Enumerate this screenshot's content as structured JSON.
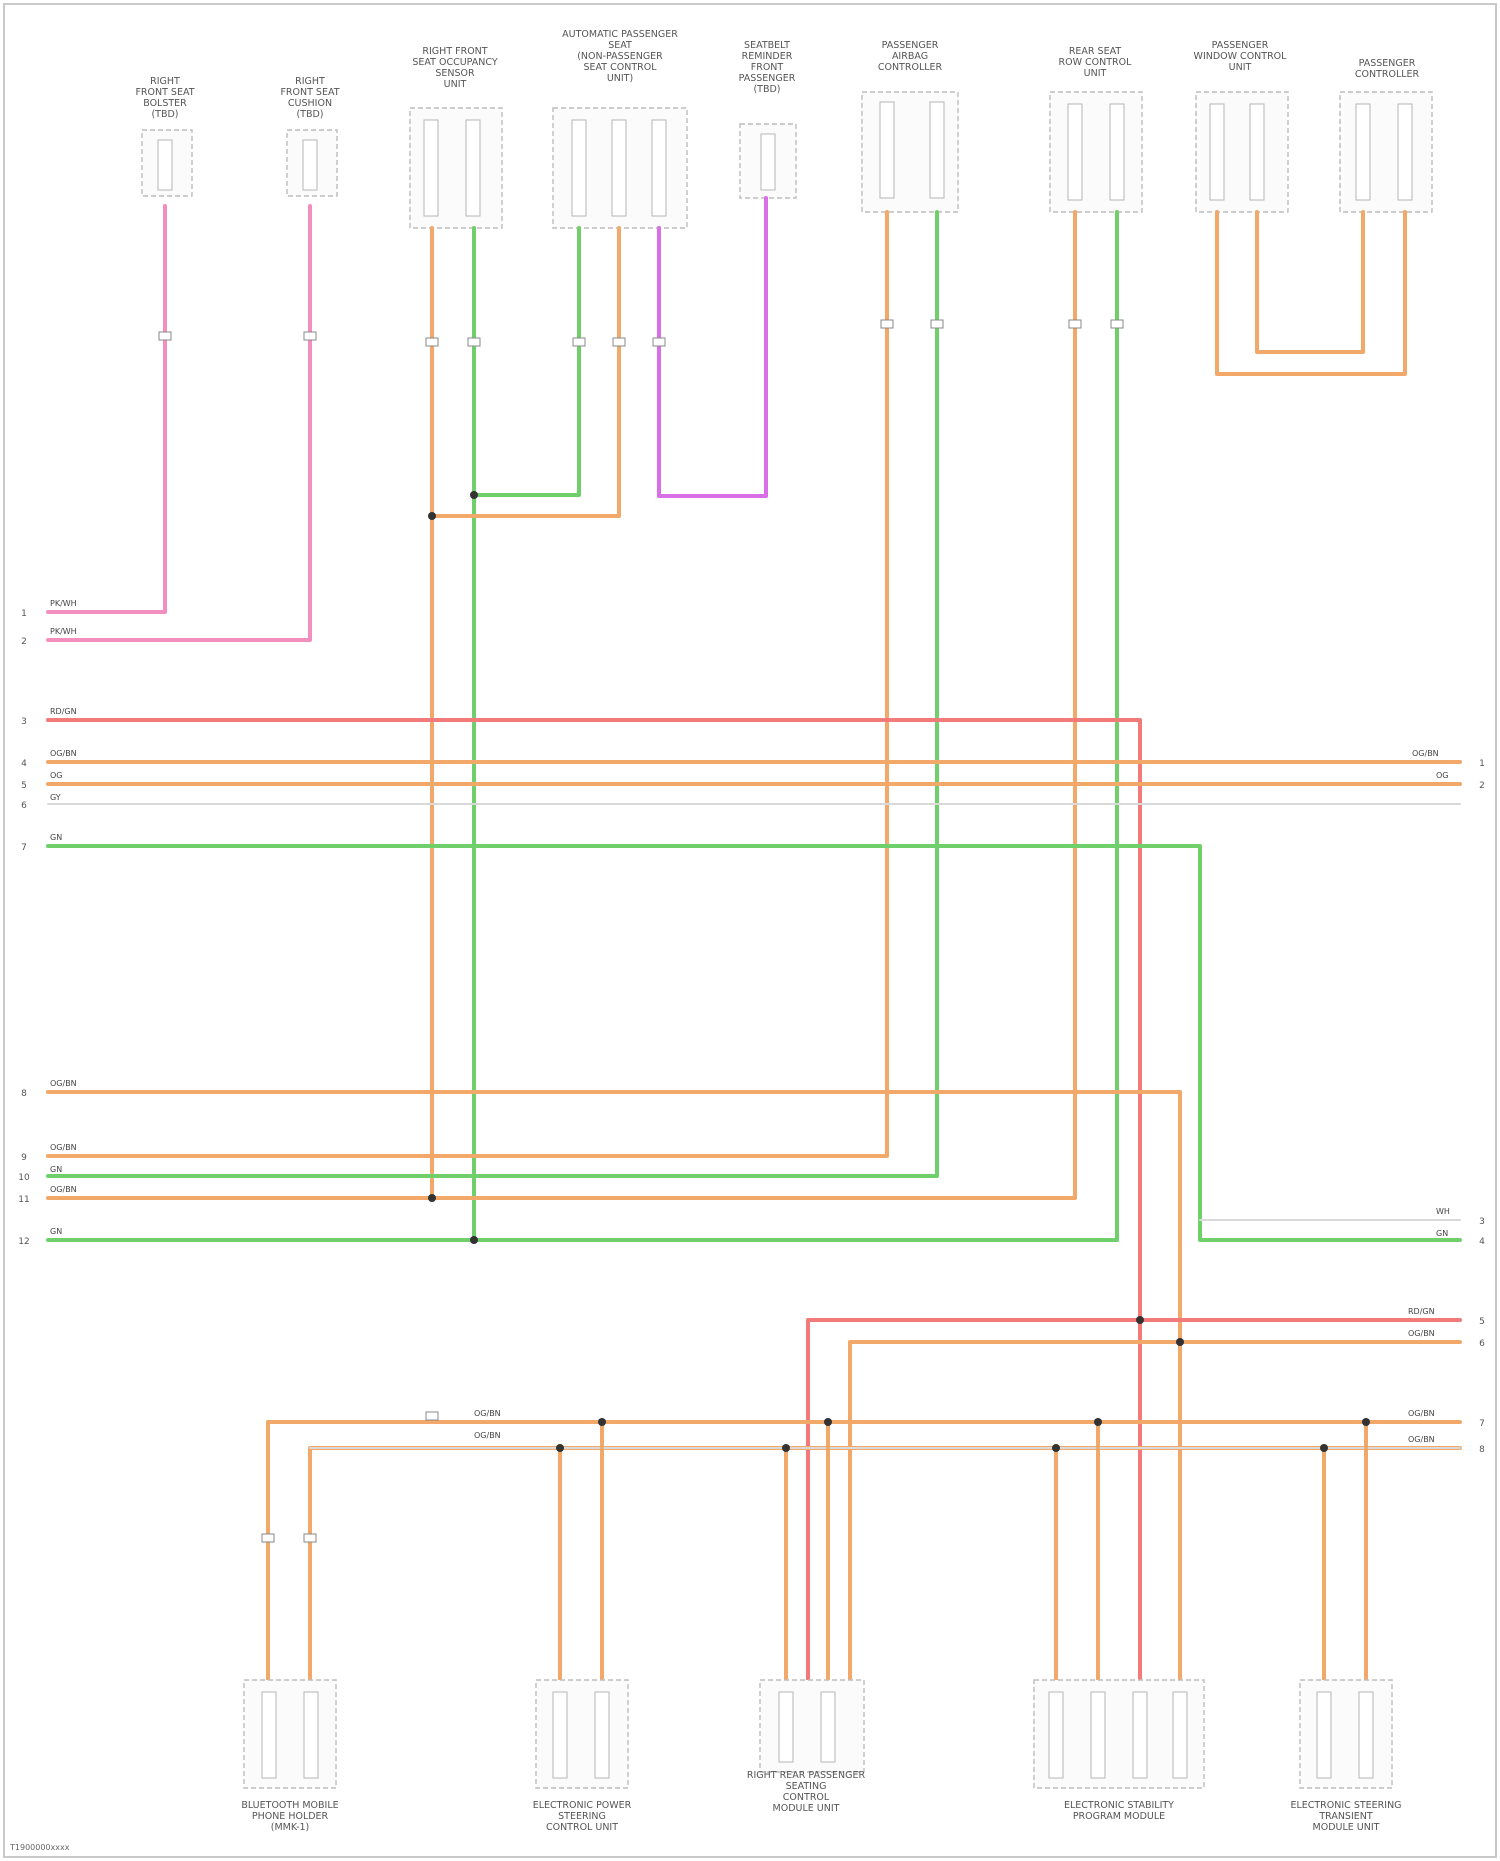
{
  "top_components": [
    {
      "id": "c1",
      "lines": [
        "RIGHT",
        "FRONT SEAT",
        "BOLSTER",
        "(TBD)"
      ]
    },
    {
      "id": "c2",
      "lines": [
        "RIGHT",
        "FRONT SEAT",
        "CUSHION",
        "(TBD)"
      ]
    },
    {
      "id": "c3",
      "lines": [
        "RIGHT FRONT",
        "SEAT OCCUPANCY",
        "SENSOR",
        "UNIT"
      ]
    },
    {
      "id": "c4",
      "lines": [
        "AUTOMATIC PASSENGER",
        "SEAT",
        "(NON-PASSENGER",
        "SEAT CONTROL",
        "UNIT)"
      ]
    },
    {
      "id": "c5",
      "lines": [
        "SEATBELT",
        "REMINDER",
        "FRONT",
        "PASSENGER",
        "(TBD)"
      ]
    },
    {
      "id": "c6",
      "lines": [
        "PASSENGER",
        "AIRBAG",
        "CONTROLLER"
      ]
    },
    {
      "id": "c7",
      "lines": [
        "REAR SEAT",
        "ROW CONTROL",
        "UNIT"
      ]
    },
    {
      "id": "c8",
      "lines": [
        "PASSENGER",
        "WINDOW CONTROL",
        "UNIT"
      ]
    },
    {
      "id": "c9",
      "lines": [
        "PASSENGER",
        "CONTROLLER"
      ]
    }
  ],
  "bottom_components": [
    {
      "id": "b1",
      "lines": [
        "BLUETOOTH MOBILE",
        "PHONE HOLDER",
        "(MMK-1)"
      ]
    },
    {
      "id": "b2",
      "lines": [
        "ELECTRONIC POWER",
        "STEERING",
        "CONTROL UNIT"
      ]
    },
    {
      "id": "b3",
      "lines": [
        "RIGHT REAR PASSENGER",
        "SEATING",
        "CONTROL",
        "MODULE UNIT"
      ]
    },
    {
      "id": "b4",
      "lines": [
        "ELECTRONIC STABILITY",
        "PROGRAM MODULE"
      ]
    },
    {
      "id": "b5",
      "lines": [
        "ELECTRONIC STEERING",
        "TRANSIENT",
        "MODULE UNIT"
      ]
    }
  ],
  "left_pins": [
    {
      "num": "1",
      "tag": "PK/WH"
    },
    {
      "num": "2",
      "tag": "PK/WH"
    },
    {
      "num": "3",
      "tag": "RD/GN"
    },
    {
      "num": "4",
      "tag": "OG/BN"
    },
    {
      "num": "5",
      "tag": "OG"
    },
    {
      "num": "6",
      "tag": "GY"
    },
    {
      "num": "7",
      "tag": "GN"
    },
    {
      "num": "8",
      "tag": "OG/BN"
    },
    {
      "num": "9",
      "tag": "OG/BN"
    },
    {
      "num": "10",
      "tag": "GN"
    },
    {
      "num": "11",
      "tag": "OG/BN"
    },
    {
      "num": "12",
      "tag": "GN"
    }
  ],
  "right_pins": [
    {
      "num": "1",
      "tag": "OG/BN"
    },
    {
      "num": "2",
      "tag": "OG"
    },
    {
      "num": "3",
      "tag": "WH"
    },
    {
      "num": "4",
      "tag": "GN"
    },
    {
      "num": "5",
      "tag": "RD/GN"
    },
    {
      "num": "6",
      "tag": "OG/BN"
    },
    {
      "num": "7",
      "tag": "OG/BN"
    },
    {
      "num": "8",
      "tag": "OG/BN"
    }
  ],
  "splice_labels": [
    "OG/BN",
    "OG/BN"
  ],
  "footer": "T1900000xxxx"
}
